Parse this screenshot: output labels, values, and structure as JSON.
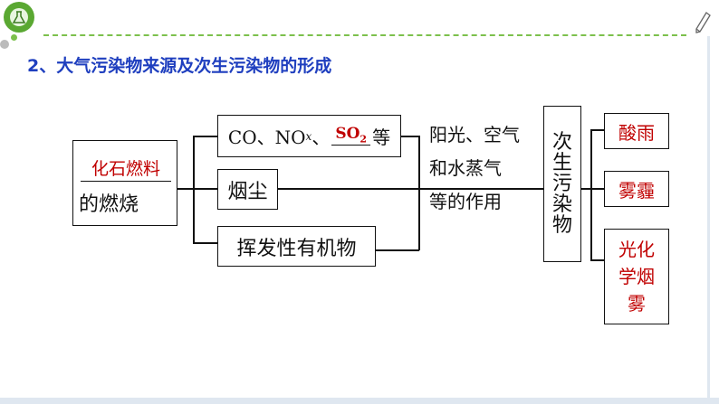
{
  "title": "2、大气污染物来源及次生污染物的形成",
  "source": {
    "blank_answer": "化石燃料",
    "suffix": "的燃烧"
  },
  "pollutants": {
    "item1_prefix": "CO、NO",
    "item1_sub": "x",
    "item1_sep": "、",
    "item1_blank_main": "SO",
    "item1_blank_sub": "2",
    "item1_suffix": "等",
    "item2": "烟尘",
    "item3": "挥发性有机物"
  },
  "conditions": [
    "阳光、空气",
    "和水蒸气",
    "等的作用"
  ],
  "secondary": [
    "次",
    "生",
    "污",
    "染",
    "物"
  ],
  "results": {
    "r1": "酸雨",
    "r2": "雾霾",
    "r3": [
      "光化",
      "学烟",
      "雾"
    ]
  },
  "colors": {
    "title": "#1f3fbf",
    "answer": "#c00000",
    "accent_green": "#4caf50"
  },
  "icons": [
    "flask-logo-icon",
    "pencil-icon"
  ]
}
